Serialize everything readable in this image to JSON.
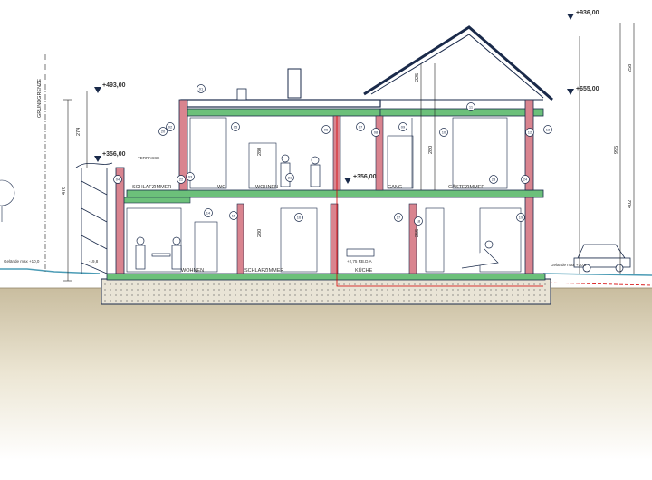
{
  "levels": {
    "left_upper": "+493,00",
    "left_lower": "+356,00",
    "entrance": "+356,00",
    "right_top": "+936,00",
    "right_mid": "+655,00"
  },
  "dimensions": {
    "left_a": "274",
    "left_b": "476",
    "upper_floor_h": "280",
    "ground_floor_h": "280",
    "ridge_right_1": "225",
    "right_1": "280",
    "right_2": "995",
    "right_3": "402",
    "right_4": "258",
    "right_5": "255"
  },
  "labels": {
    "boundary": "GRUNDGRENZE",
    "ground_left": "Gelände max +10,0",
    "ground_right": "Gelände max +10,0",
    "stair_level": "-19,8",
    "kitchen_height": "+2,75 RB.D.A",
    "balcony": "TERRASSE"
  },
  "rooms": {
    "ug_living": "WOHNEN",
    "ug_bed": "SCHLAFZIMMER",
    "ug_kitchen": "KÜCHE",
    "eg_bed": "SCHLAFZIMMER",
    "eg_living": "WOHNEN",
    "eg_flur": "GANG",
    "eg_gast": "GÄSTEZIMMER",
    "eg_wc": "WC"
  },
  "markers": [
    "01",
    "02",
    "03",
    "04",
    "05",
    "06",
    "07",
    "08",
    "09",
    "10",
    "11",
    "12",
    "13",
    "14",
    "15",
    "16",
    "17",
    "18",
    "19",
    "20",
    "21",
    "22",
    "23",
    "24"
  ],
  "colors": {
    "wall": "#d9848f",
    "slab": "#6cc07a",
    "line": "#1a2a4a",
    "ground": "#4a9bb5",
    "accent": "#d40000"
  }
}
